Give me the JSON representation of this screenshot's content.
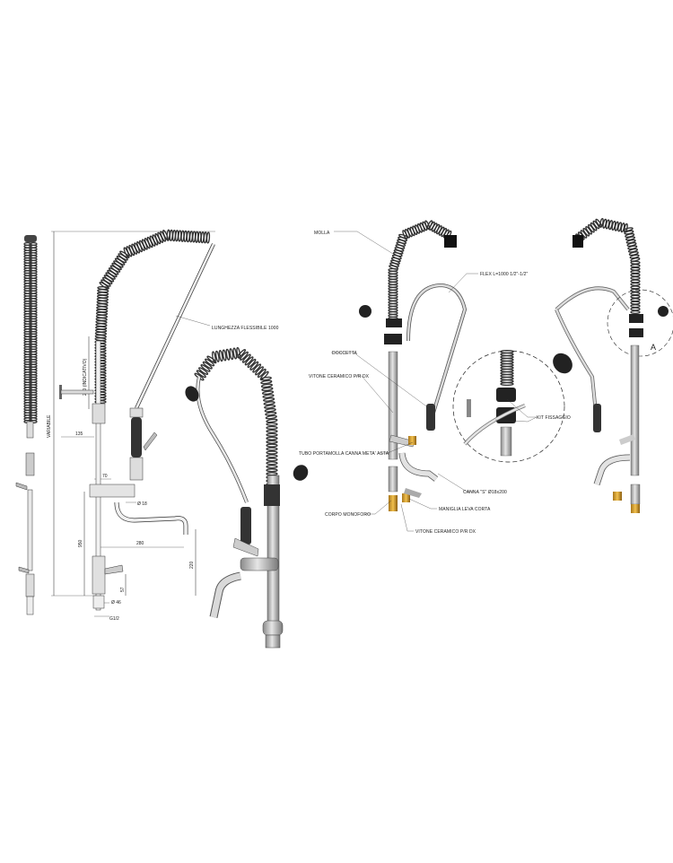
{
  "drawing": {
    "dimensions": {
      "variabile": "VARIABILE",
      "flex_length": "LUNGHEZZA FLESSIBILE 1000",
      "indicativo": "250 (INDICATIVO)",
      "d135": "135",
      "d70": "70",
      "d18": "Ø 18",
      "d950": "950",
      "d280": "280",
      "d220": "220",
      "d57": "57",
      "d46": "Ø 46",
      "g12": "G1/2"
    },
    "parts": {
      "molla": "MOLLA",
      "flex": "FLEX L=1000 1/2\"-1/2\"",
      "doccetta": "DOCCETTA",
      "vitone_top": "VITONE CERAMICO P/R DX",
      "tubo": "TUBO PORTAMOLLA CANNA META' ASTA",
      "kit": "KIT FISSAGGIO",
      "canna": "CANNA \"S\" Ø18x200",
      "maniglia": "MANIGLIA LEVA CORTA",
      "corpo": "CORPO MONOFORO",
      "vitone_bottom": "VITONE CERAMICO P/R DX"
    },
    "detail_mark": "A"
  }
}
